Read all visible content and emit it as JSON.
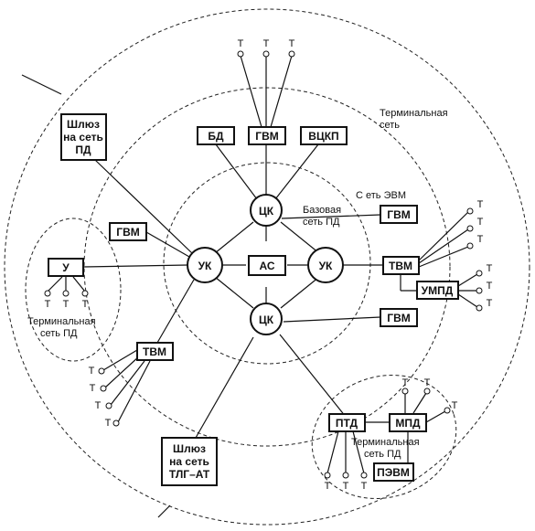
{
  "terminal_letter": "Т",
  "area_labels": {
    "terminal_network_outer": [
      "Терминальная",
      "сеть"
    ],
    "base_network": [
      "Базовая",
      "сеть ПД"
    ],
    "computer_network": [
      "С еть ЭВМ"
    ],
    "terminal_network_left": [
      "Терминальная",
      "сеть ПД"
    ],
    "terminal_network_bottom": [
      "Терминальная",
      "сеть ПД"
    ]
  },
  "nodes": {
    "center": "АС",
    "switch_center": "ЦК",
    "user_concentrator": "УК"
  },
  "boxes": {
    "db": "БД",
    "host": "ГВМ",
    "computing_center": "ВЦКП",
    "terminal_host": "ТВМ",
    "multiplexer": "УМПД",
    "user_device": "У",
    "ptd": "ПТД",
    "mpd": "МПД",
    "pevm": "ПЭВМ",
    "gateway_pd": [
      "Шлюз",
      "на сеть",
      "ПД"
    ],
    "gateway_tlg": [
      "Шлюз",
      "на сеть",
      "ТЛГ–АТ"
    ]
  }
}
